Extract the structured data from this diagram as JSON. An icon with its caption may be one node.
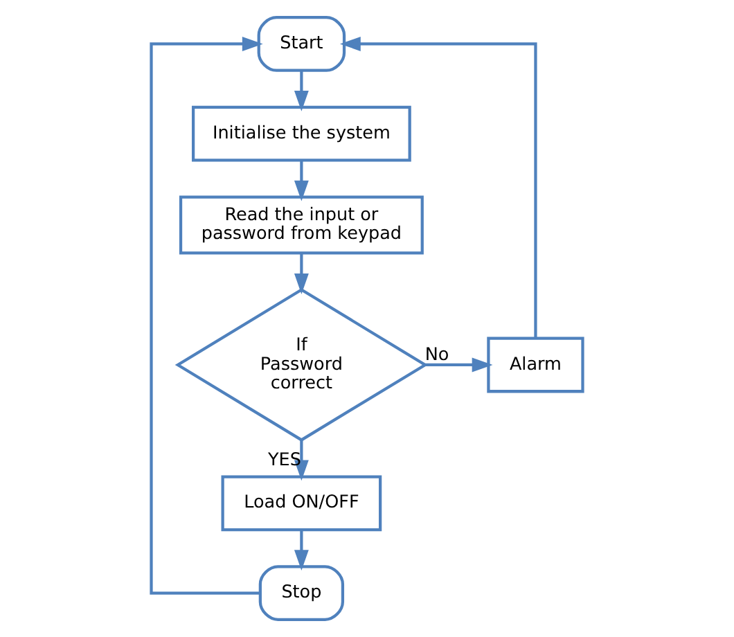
{
  "diagram": {
    "nodes": [
      {
        "text": [
          "Start"
        ]
      },
      {
        "text": [
          "Initialise the system"
        ]
      },
      {
        "text": [
          "Read the input or password from keypad"
        ]
      },
      {
        "text": [
          "If Password correct"
        ]
      },
      {
        "text": [
          "Alarm"
        ]
      },
      {
        "text": [
          "Load ON/OFF"
        ]
      },
      {
        "text": [
          "Stop"
        ]
      }
    ],
    "edges": [
      {
        "from": 0,
        "to": 1,
        "arrow": "to"
      },
      {
        "from": 1,
        "to": 2,
        "arrow": "to"
      },
      {
        "from": 2,
        "to": 3,
        "arrow": "to"
      },
      {
        "from": 3,
        "to": 4,
        "arrow": "to",
        "label": "No"
      },
      {
        "from": 3,
        "to": 5,
        "arrow": "to",
        "label": "YES"
      },
      {
        "from": 5,
        "to": 6,
        "arrow": "to"
      },
      {
        "from": 4,
        "to": 0,
        "arrow": "to"
      },
      {
        "from": 6,
        "to": 0,
        "arrow": "to"
      }
    ]
  }
}
